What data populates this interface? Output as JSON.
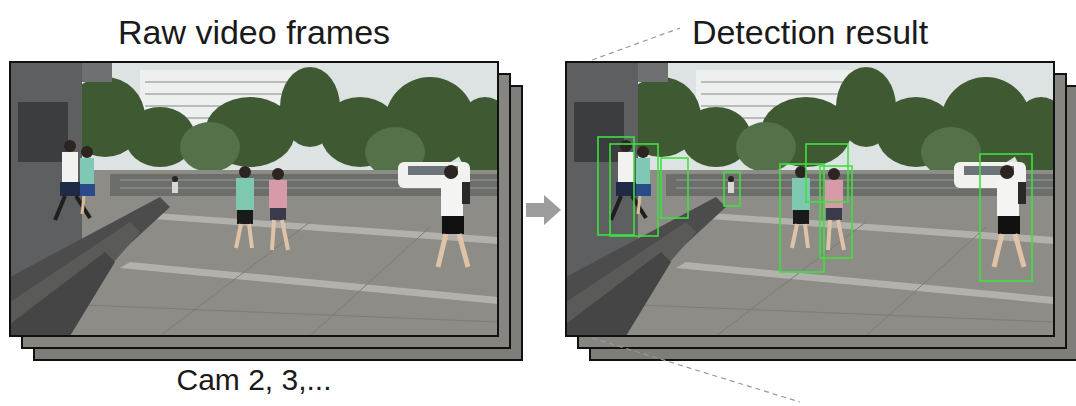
{
  "diagram": {
    "nodes": [
      {
        "text": [
          "Raw video frames",
          "Cam 2, 3,..."
        ]
      },
      {
        "text": [
          "Detection result"
        ]
      }
    ],
    "edges": [
      {
        "from": 0,
        "to": 1,
        "arrow": "to"
      }
    ]
  }
}
